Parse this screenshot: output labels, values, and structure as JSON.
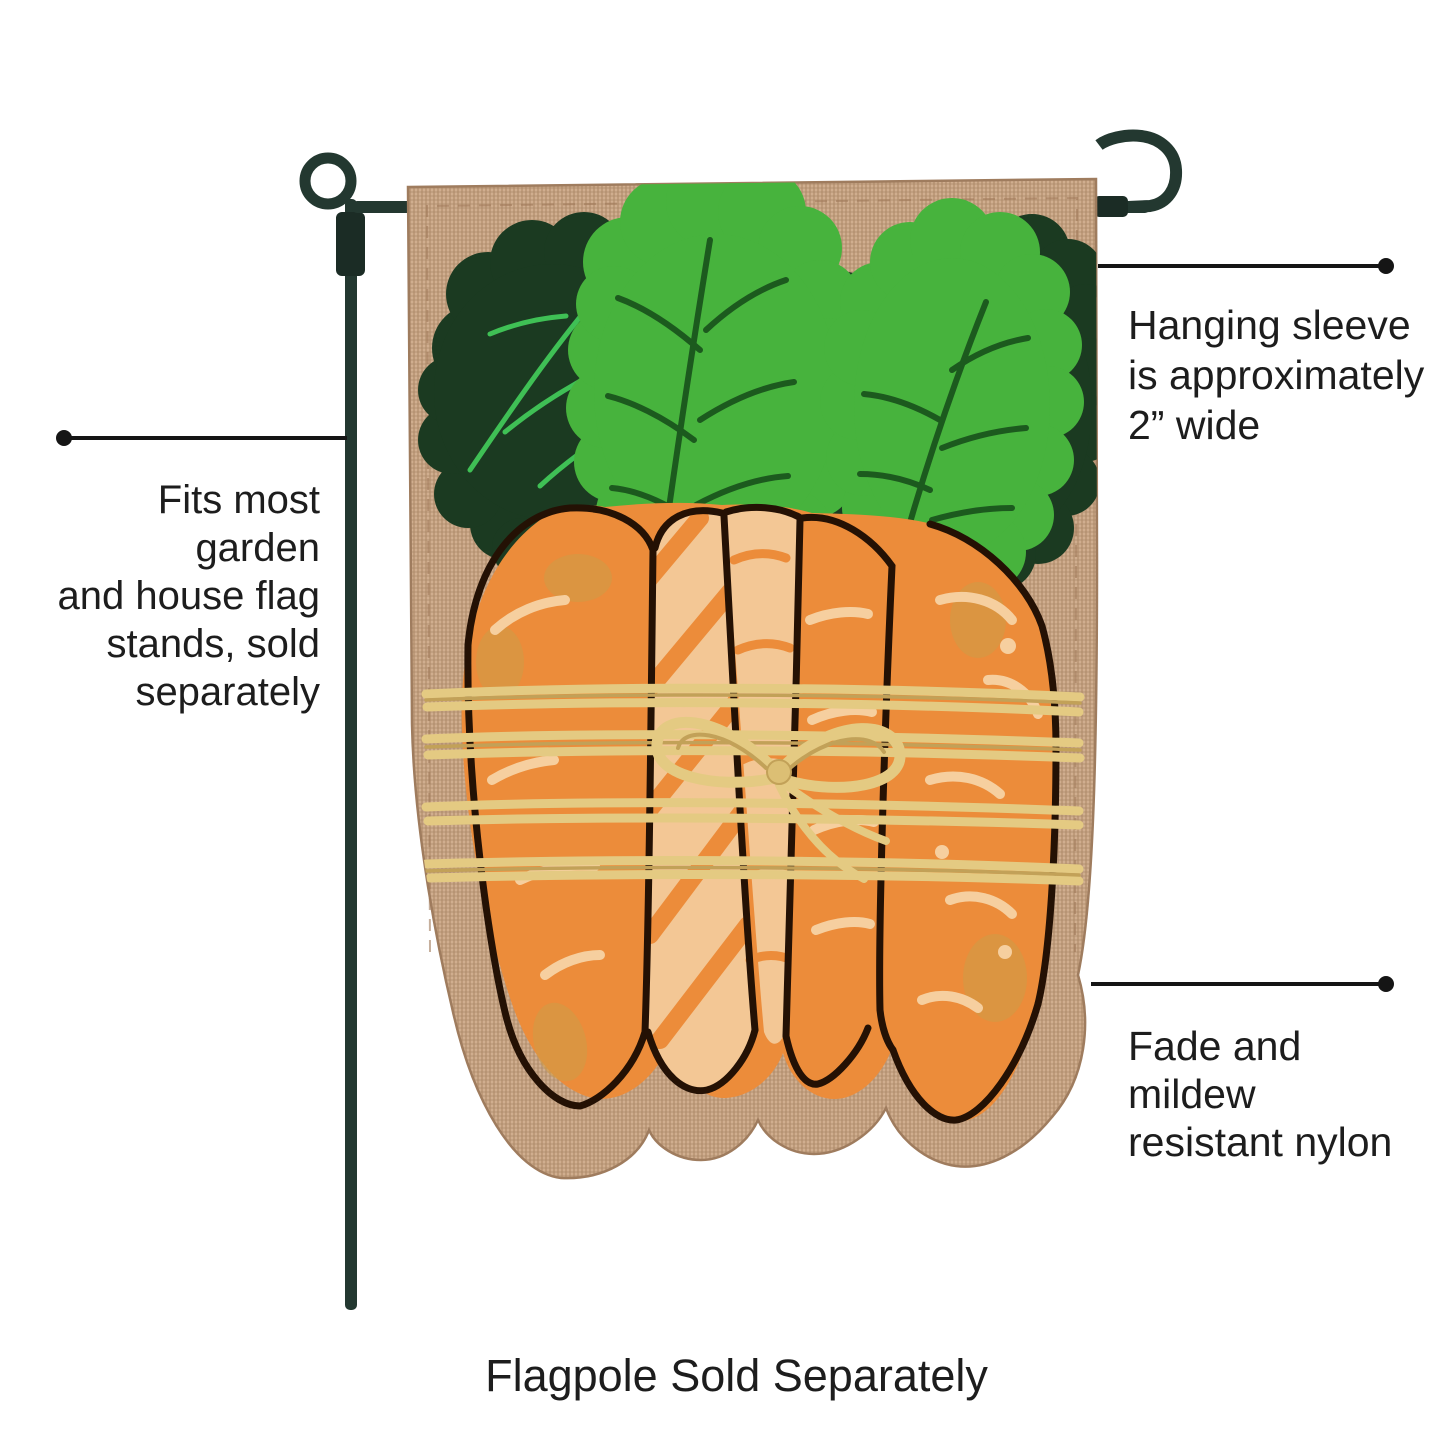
{
  "caption": "Flagpole Sold Separately",
  "annotations": {
    "left": {
      "lines": [
        "Fits most garden",
        "and house flag",
        "stands, sold",
        "separately"
      ]
    },
    "top_right": {
      "lines": [
        "Hanging sleeve",
        "is approximately",
        "2” wide"
      ]
    },
    "bottom_right": {
      "lines": [
        "Fade and mildew",
        "resistant nylon"
      ]
    }
  },
  "product": {
    "illustration": "carrot-bunch-burlap-garden-flag-on-flagpole",
    "icons": {
      "flagpole": "garden-flagpole-icon",
      "flag": "carrot-garden-flag-icon",
      "callout_dot": "callout-dot-icon"
    }
  },
  "colors": {
    "background": "#ffffff",
    "text": "#1d1d1d",
    "callout_line": "#151515",
    "pole": "#233830",
    "burlap": "#c2a081",
    "carrot_orange": "#ec8c3a",
    "carrot_cream": "#f3c795",
    "leaf_green_light": "#47b33d",
    "leaf_green_dark": "#1b3a21",
    "raffia": "#e4ca82",
    "stitch": "#241104"
  }
}
